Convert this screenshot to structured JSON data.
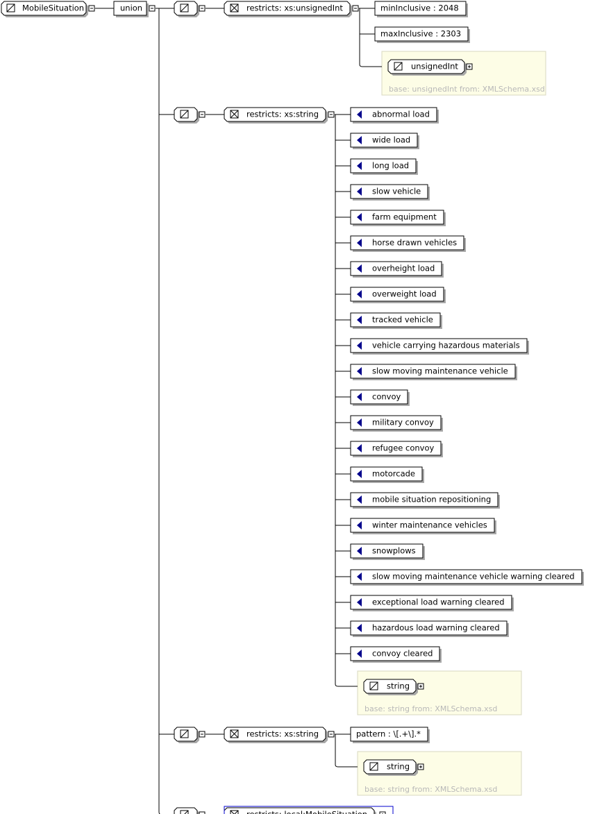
{
  "root": {
    "name": "MobileSituation"
  },
  "union": {
    "label": "union"
  },
  "members": [
    {
      "restriction": "restricts: xs:unsignedInt",
      "facets": [
        {
          "kind": "facet",
          "text": "minInclusive : 2048"
        },
        {
          "kind": "facet",
          "text": "maxInclusive : 2303"
        }
      ],
      "base": {
        "type": "unsignedInt",
        "note": "base: unsignedInt from: XMLSchema.xsd"
      }
    },
    {
      "restriction": "restricts: xs:string",
      "facets": [
        {
          "kind": "enum",
          "text": "abnormal load"
        },
        {
          "kind": "enum",
          "text": "wide load"
        },
        {
          "kind": "enum",
          "text": "long load"
        },
        {
          "kind": "enum",
          "text": "slow vehicle"
        },
        {
          "kind": "enum",
          "text": "farm equipment"
        },
        {
          "kind": "enum",
          "text": "horse drawn vehicles"
        },
        {
          "kind": "enum",
          "text": "overheight load"
        },
        {
          "kind": "enum",
          "text": "overweight load"
        },
        {
          "kind": "enum",
          "text": "tracked vehicle"
        },
        {
          "kind": "enum",
          "text": "vehicle carrying hazardous materials"
        },
        {
          "kind": "enum",
          "text": "slow moving maintenance vehicle"
        },
        {
          "kind": "enum",
          "text": "convoy"
        },
        {
          "kind": "enum",
          "text": "military convoy"
        },
        {
          "kind": "enum",
          "text": "refugee convoy"
        },
        {
          "kind": "enum",
          "text": "motorcade"
        },
        {
          "kind": "enum",
          "text": "mobile situation repositioning"
        },
        {
          "kind": "enum",
          "text": "winter maintenance vehicles"
        },
        {
          "kind": "enum",
          "text": "snowplows"
        },
        {
          "kind": "enum",
          "text": "slow moving maintenance vehicle warning cleared"
        },
        {
          "kind": "enum",
          "text": "exceptional load warning cleared"
        },
        {
          "kind": "enum",
          "text": "hazardous load warning cleared"
        },
        {
          "kind": "enum",
          "text": "convoy cleared"
        }
      ],
      "base": {
        "type": "string",
        "note": "base: string from: XMLSchema.xsd"
      }
    },
    {
      "restriction": "restricts: xs:string",
      "facets": [
        {
          "kind": "facet",
          "text": "pattern : \\[.+\\].*"
        }
      ],
      "base": {
        "type": "string",
        "note": "base: string from: XMLSchema.xsd"
      }
    },
    {
      "restriction": "restricts: local:MobileSituation",
      "facets": [],
      "base": null
    }
  ],
  "colors": {
    "line": "#000000",
    "shadow": "#a8a8a8",
    "enum_marker": "#00008b",
    "base_panel": "#fdfde6",
    "base_panel_border": "#d8d8c0",
    "selected_border": "#0000cc"
  }
}
